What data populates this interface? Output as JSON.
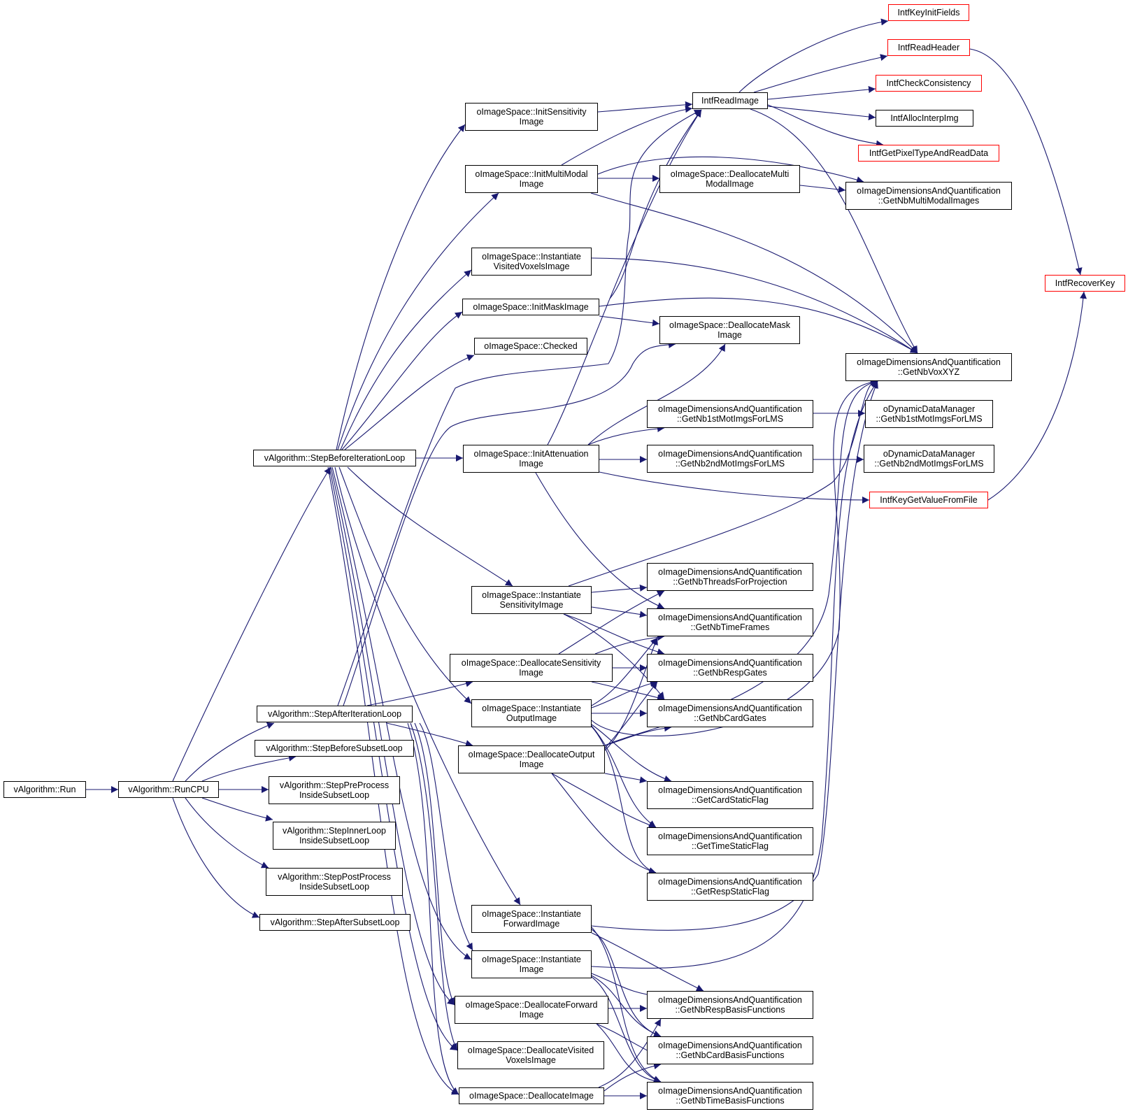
{
  "colors": {
    "edge": "#191970",
    "border": "#000000",
    "red_border": "#ff0000",
    "root_fill": "#bfbfbf"
  },
  "nodes": {
    "n_run": {
      "lines": [
        "vAlgorithm::Run"
      ],
      "red": false,
      "root": true
    },
    "n_runcpu": {
      "lines": [
        "vAlgorithm::RunCPU"
      ]
    },
    "n_before_iter": {
      "lines": [
        "vAlgorithm::StepBeforeIterationLoop"
      ]
    },
    "n_after_iter": {
      "lines": [
        "vAlgorithm::StepAfterIterationLoop"
      ]
    },
    "n_before_subset": {
      "lines": [
        "vAlgorithm::StepBeforeSubsetLoop"
      ]
    },
    "n_pre_process": {
      "lines": [
        "vAlgorithm::StepPreProcess",
        "InsideSubsetLoop"
      ]
    },
    "n_inner_loop": {
      "lines": [
        "vAlgorithm::StepInnerLoop",
        "InsideSubsetLoop"
      ]
    },
    "n_post_process": {
      "lines": [
        "vAlgorithm::StepPostProcess",
        "InsideSubsetLoop"
      ]
    },
    "n_after_subset": {
      "lines": [
        "vAlgorithm::StepAfterSubsetLoop"
      ]
    },
    "n_init_sens": {
      "lines": [
        "oImageSpace::InitSensitivity",
        "Image"
      ]
    },
    "n_init_multi": {
      "lines": [
        "oImageSpace::InitMultiModal",
        "Image"
      ]
    },
    "n_inst_visited": {
      "lines": [
        "oImageSpace::Instantiate",
        "VisitedVoxelsImage"
      ]
    },
    "n_init_mask": {
      "lines": [
        "oImageSpace::InitMaskImage"
      ]
    },
    "n_checked": {
      "lines": [
        "oImageSpace::Checked"
      ]
    },
    "n_init_atten": {
      "lines": [
        "oImageSpace::InitAttenuation",
        "Image"
      ]
    },
    "n_inst_sens": {
      "lines": [
        "oImageSpace::Instantiate",
        "SensitivityImage"
      ]
    },
    "n_dealloc_sens": {
      "lines": [
        "oImageSpace::DeallocateSensitivity",
        "Image"
      ]
    },
    "n_inst_output": {
      "lines": [
        "oImageSpace::Instantiate",
        "OutputImage"
      ]
    },
    "n_dealloc_output": {
      "lines": [
        "oImageSpace::DeallocateOutput",
        "Image"
      ]
    },
    "n_inst_forward": {
      "lines": [
        "oImageSpace::Instantiate",
        "ForwardImage"
      ]
    },
    "n_inst_image": {
      "lines": [
        "oImageSpace::Instantiate",
        "Image"
      ]
    },
    "n_dealloc_forward": {
      "lines": [
        "oImageSpace::DeallocateForward",
        "Image"
      ]
    },
    "n_dealloc_visited": {
      "lines": [
        "oImageSpace::DeallocateVisited",
        "VoxelsImage"
      ]
    },
    "n_dealloc_image": {
      "lines": [
        "oImageSpace::DeallocateImage"
      ]
    },
    "n_read_image": {
      "lines": [
        "IntfReadImage"
      ]
    },
    "n_dealloc_multi": {
      "lines": [
        "oImageSpace::DeallocateMulti",
        "ModalImage"
      ]
    },
    "n_dealloc_mask": {
      "lines": [
        "oImageSpace::DeallocateMask",
        "Image"
      ]
    },
    "n_nb1st": {
      "lines": [
        "oImageDimensionsAndQuantification",
        "::GetNb1stMotImgsForLMS"
      ]
    },
    "n_nb2nd": {
      "lines": [
        "oImageDimensionsAndQuantification",
        "::GetNb2ndMotImgsForLMS"
      ]
    },
    "n_threads": {
      "lines": [
        "oImageDimensionsAndQuantification",
        "::GetNbThreadsForProjection"
      ]
    },
    "n_timeframes": {
      "lines": [
        "oImageDimensionsAndQuantification",
        "::GetNbTimeFrames"
      ]
    },
    "n_respgates": {
      "lines": [
        "oImageDimensionsAndQuantification",
        "::GetNbRespGates"
      ]
    },
    "n_cardgates": {
      "lines": [
        "oImageDimensionsAndQuantification",
        "::GetNbCardGates"
      ]
    },
    "n_cardstatic": {
      "lines": [
        "oImageDimensionsAndQuantification",
        "::GetCardStaticFlag"
      ]
    },
    "n_timestatic": {
      "lines": [
        "oImageDimensionsAndQuantification",
        "::GetTimeStaticFlag"
      ]
    },
    "n_respstatic": {
      "lines": [
        "oImageDimensionsAndQuantification",
        "::GetRespStaticFlag"
      ]
    },
    "n_respbasis": {
      "lines": [
        "oImageDimensionsAndQuantification",
        "::GetNbRespBasisFunctions"
      ]
    },
    "n_cardbasis": {
      "lines": [
        "oImageDimensionsAndQuantification",
        "::GetNbCardBasisFunctions"
      ]
    },
    "n_timebasis": {
      "lines": [
        "oImageDimensionsAndQuantification",
        "::GetNbTimeBasisFunctions"
      ]
    },
    "n_key_init": {
      "lines": [
        "IntfKeyInitFields"
      ],
      "red": true
    },
    "n_read_header": {
      "lines": [
        "IntfReadHeader"
      ],
      "red": true
    },
    "n_check_consist": {
      "lines": [
        "IntfCheckConsistency"
      ],
      "red": true
    },
    "n_alloc_interp": {
      "lines": [
        "IntfAllocInterpImg"
      ]
    },
    "n_pixel_type": {
      "lines": [
        "IntfGetPixelTypeAndReadData"
      ],
      "red": true
    },
    "n_multimodal": {
      "lines": [
        "oImageDimensionsAndQuantification",
        "::GetNbMultiModalImages"
      ]
    },
    "n_voxxyz": {
      "lines": [
        "oImageDimensionsAndQuantification",
        "::GetNbVoxXYZ"
      ]
    },
    "n_ddm_1st": {
      "lines": [
        "oDynamicDataManager",
        "::GetNb1stMotImgsForLMS"
      ]
    },
    "n_ddm_2nd": {
      "lines": [
        "oDynamicDataManager",
        "::GetNb2ndMotImgsForLMS"
      ]
    },
    "n_key_get": {
      "lines": [
        "IntfKeyGetValueFromFile"
      ],
      "red": true
    },
    "n_recover_key": {
      "lines": [
        "IntfRecoverKey"
      ],
      "red": true
    }
  }
}
